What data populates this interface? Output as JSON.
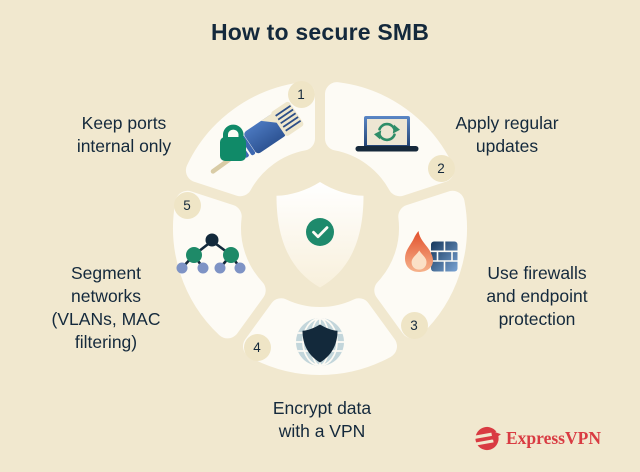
{
  "title": "How to secure SMB",
  "diagram": {
    "center_icon": "shield-check",
    "segments": [
      {
        "number": "1",
        "label": "Keep ports\ninternal only",
        "icon": "ethernet-cable-lock"
      },
      {
        "number": "2",
        "label": "Apply regular\nupdates",
        "icon": "laptop-refresh"
      },
      {
        "number": "3",
        "label": "Use firewalls\nand endpoint\nprotection",
        "icon": "flame-brick-wall"
      },
      {
        "number": "4",
        "label": "Encrypt data\nwith a VPN",
        "icon": "globe-shield"
      },
      {
        "number": "5",
        "label": "Segment\nnetworks\n(VLANs, MAC\nfiltering)",
        "icon": "network-tree"
      }
    ]
  },
  "branding": {
    "logo_text": "ExpressVPN",
    "logo_icon": "expressvpn-mark"
  },
  "colors": {
    "background": "#F1E8CF",
    "card": "#FDFBF5",
    "navy": "#14293C",
    "green": "#1E8A6C",
    "cable_blue": "#3D68B1",
    "flame_orange": "#E4532E",
    "globe_blue": "#C3D6DB",
    "periwinkle": "#7E93C5",
    "badge_cream": "#EFE5C6",
    "brand_red": "#D93B42"
  }
}
